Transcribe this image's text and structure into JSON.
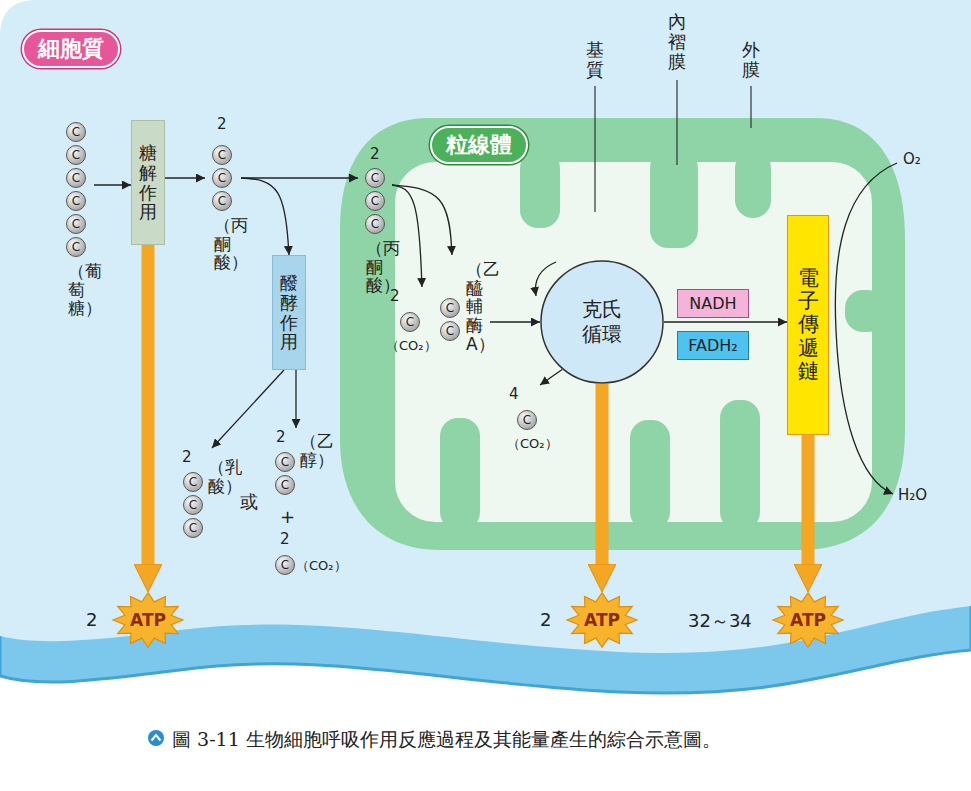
{
  "diagram": {
    "caption": "圖 3-11 生物細胞呼吸作用反應過程及其能量產生的綜合示意圖。",
    "nodes": [
      {
        "text": [
          "細胞質"
        ]
      },
      {
        "text": [
          "（葡萄糖）"
        ],
        "in": 0
      },
      {
        "text": [
          "C"
        ],
        "in": 1
      },
      {
        "text": [
          "C"
        ],
        "in": 1
      },
      {
        "text": [
          "C"
        ],
        "in": 1
      },
      {
        "text": [
          "C"
        ],
        "in": 1
      },
      {
        "text": [
          "C"
        ],
        "in": 1
      },
      {
        "text": [
          "C"
        ],
        "in": 1
      },
      {
        "text": [
          "糖解作用"
        ],
        "in": 0
      },
      {
        "text": [
          "2",
          "（丙酮酸）"
        ],
        "in": 0
      },
      {
        "text": [
          "C"
        ],
        "in": 9
      },
      {
        "text": [
          "C"
        ],
        "in": 9
      },
      {
        "text": [
          "C"
        ],
        "in": 9
      },
      {
        "text": [
          "醱酵作用"
        ],
        "in": 0
      },
      {
        "text": [
          "2",
          "（乳酸）"
        ],
        "in": 0
      },
      {
        "text": [
          "C"
        ],
        "in": 14
      },
      {
        "text": [
          "C"
        ],
        "in": 14
      },
      {
        "text": [
          "C"
        ],
        "in": 14
      },
      {
        "text": [
          "2",
          "（乙醇）"
        ],
        "in": 0
      },
      {
        "text": [
          "C"
        ],
        "in": 18
      },
      {
        "text": [
          "C"
        ],
        "in": 18
      },
      {
        "text": [
          "2",
          "（CO₂）"
        ],
        "in": 0
      },
      {
        "text": [
          "C"
        ],
        "in": 21
      },
      {
        "text": [
          "粒線體"
        ],
        "in": 0
      },
      {
        "text": [
          "2",
          "（丙酮酸）"
        ],
        "in": 23
      },
      {
        "text": [
          "C"
        ],
        "in": 24
      },
      {
        "text": [
          "C"
        ],
        "in": 24
      },
      {
        "text": [
          "C"
        ],
        "in": 24
      },
      {
        "text": [
          "2",
          "（CO₂）"
        ],
        "in": 23
      },
      {
        "text": [
          "C"
        ],
        "in": 28
      },
      {
        "text": [
          "（乙醯輔酶A）"
        ],
        "in": 23
      },
      {
        "text": [
          "C"
        ],
        "in": 30
      },
      {
        "text": [
          "C"
        ],
        "in": 30
      },
      {
        "text": [
          "克氏循環"
        ],
        "in": 23
      },
      {
        "text": [
          "4",
          "（CO₂）"
        ],
        "in": 23
      },
      {
        "text": [
          "C"
        ],
        "in": 34
      },
      {
        "text": [
          "NADH"
        ],
        "in": 23
      },
      {
        "text": [
          "FADH₂"
        ],
        "in": 23
      },
      {
        "text": [
          "電子傳遞鏈"
        ],
        "in": 23
      },
      {
        "text": [
          "2",
          "ATP"
        ],
        "in": 0
      },
      {
        "text": [
          "2",
          "ATP"
        ],
        "in": 0
      },
      {
        "text": [
          "32～34",
          "ATP"
        ],
        "in": 0
      }
    ],
    "edges": [
      {
        "from": 1,
        "to": 8,
        "arrow": "to"
      },
      {
        "from": 8,
        "to": 9,
        "arrow": "to"
      },
      {
        "from": 9,
        "to": 13,
        "arrow": "to"
      },
      {
        "from": 9,
        "to": 24,
        "arrow": "to"
      },
      {
        "from": 13,
        "to": 14,
        "arrow": "to"
      },
      {
        "from": 13,
        "to": 18,
        "arrow": "to"
      },
      {
        "from": 8,
        "to": 39,
        "arrow": "to"
      },
      {
        "from": 24,
        "to": 28,
        "arrow": "to"
      },
      {
        "from": 24,
        "to": 30,
        "arrow": "to"
      },
      {
        "from": 30,
        "to": 33,
        "arrow": "to"
      },
      {
        "from": 33,
        "to": 34,
        "arrow": "to"
      },
      {
        "from": 33,
        "to": 38,
        "arrow": "to"
      },
      {
        "from": 33,
        "to": 40,
        "arrow": "to"
      },
      {
        "from": 38,
        "to": 41,
        "arrow": "to"
      }
    ],
    "labels": [
      "基質",
      "內褶膜",
      "外膜",
      "或",
      "+",
      "O₂",
      "H₂O"
    ]
  }
}
